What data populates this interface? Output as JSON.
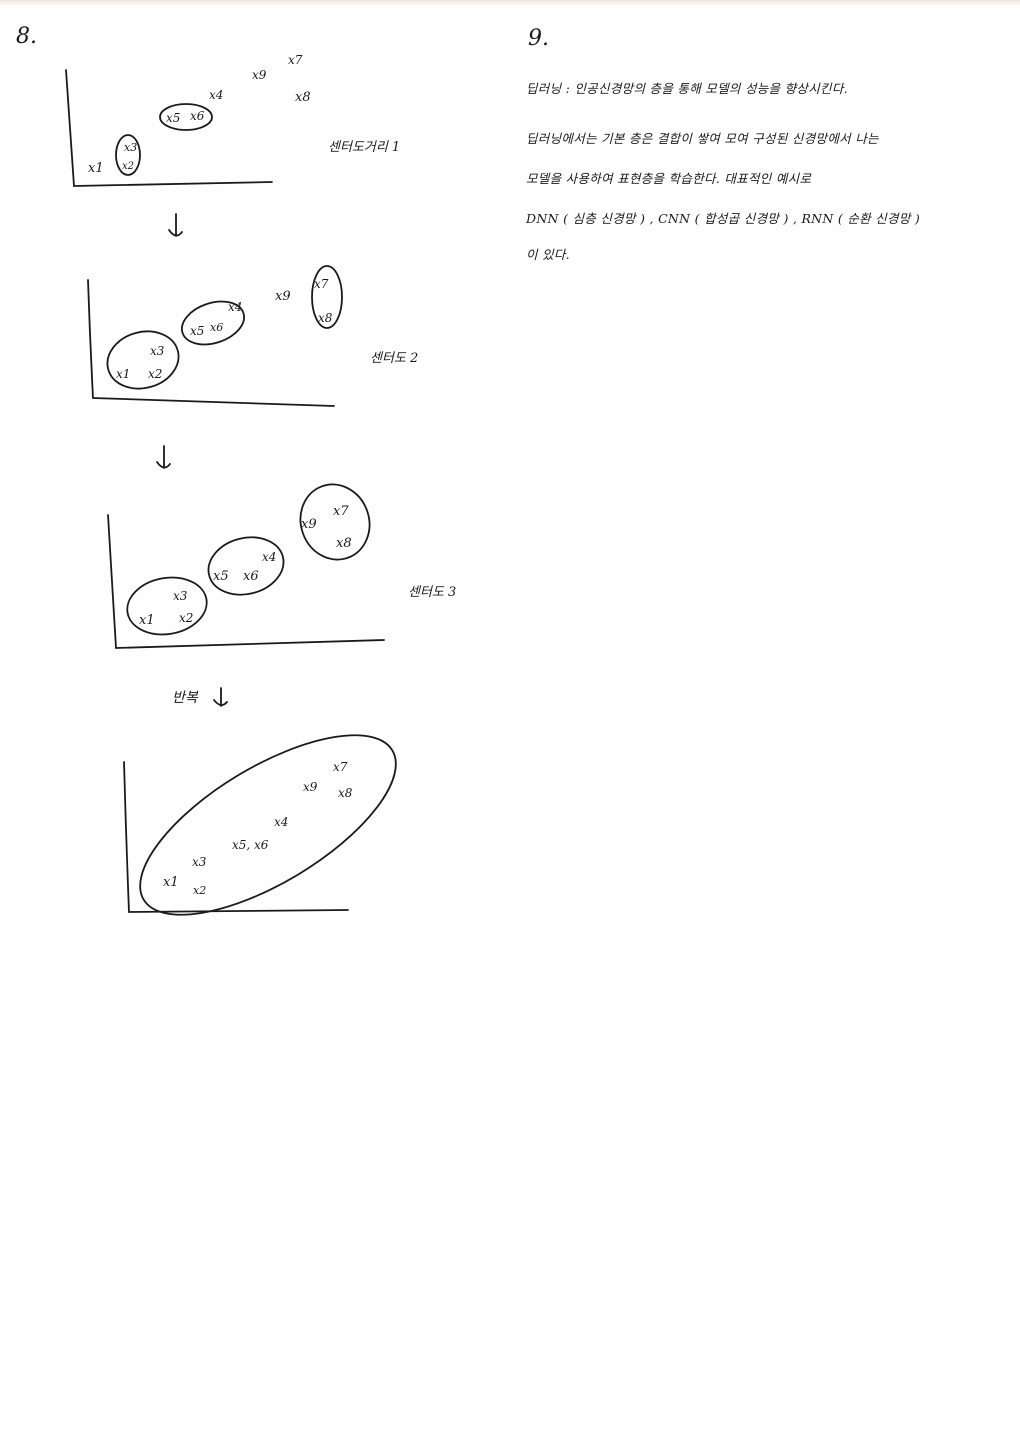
{
  "q8": {
    "number": "8.",
    "arrow": "↓",
    "repeat_label": "반복",
    "step_labels": [
      "센터도거리 1",
      "센터도 2",
      "센터도 3"
    ],
    "diagram1_points": [
      "x1",
      "x3",
      "x2",
      "x5",
      "x6",
      "x4",
      "x9",
      "x7",
      "x8"
    ],
    "diagram2_points": [
      "x1",
      "x2",
      "x3",
      "x5",
      "x6",
      "x4",
      "x9",
      "x7",
      "x8"
    ],
    "diagram3_points": [
      "x1",
      "x2",
      "x3",
      "x5",
      "x6",
      "x4",
      "x9",
      "x7",
      "x8"
    ],
    "diagram4_points": [
      "x1",
      "x2",
      "x3",
      "x5, x6",
      "x4",
      "x9",
      "x7",
      "x8"
    ]
  },
  "q9": {
    "number": "9.",
    "lines": [
      "딥러닝 : 인공신경망의 층을 통해 모델의 성능을 향상시킨다.",
      "딥러닝에서는 기본 층은 결합이 쌓여 모여 구성된 신경망에서 나는",
      "모델을 사용하여 표현층을 학습한다. 대표적인 예시로",
      "DNN ( 심층 신경망 ) , CNN ( 합성곱 신경망 ) , RNN ( 순환 신경망 )",
      "이 있다."
    ]
  }
}
